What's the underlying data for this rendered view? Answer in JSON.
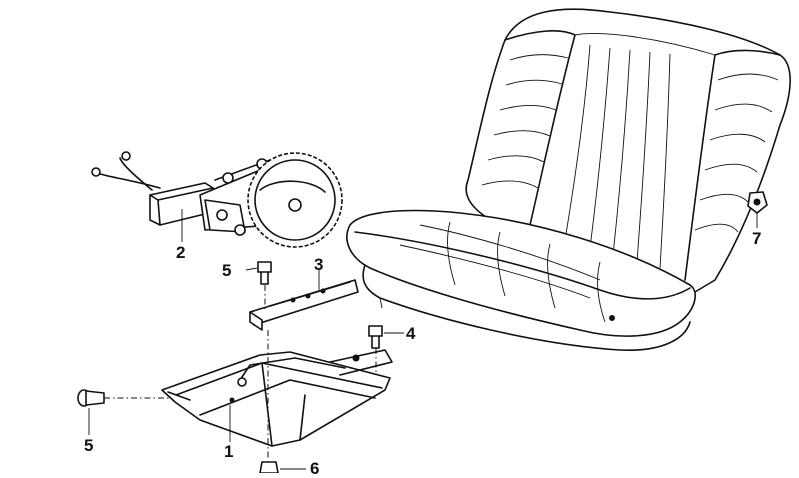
{
  "callouts": {
    "c1": "1",
    "c2": "2",
    "c3": "3",
    "c4": "4",
    "c5_top": "5",
    "c5_bottom": "5",
    "c6": "6",
    "c7": "7"
  }
}
